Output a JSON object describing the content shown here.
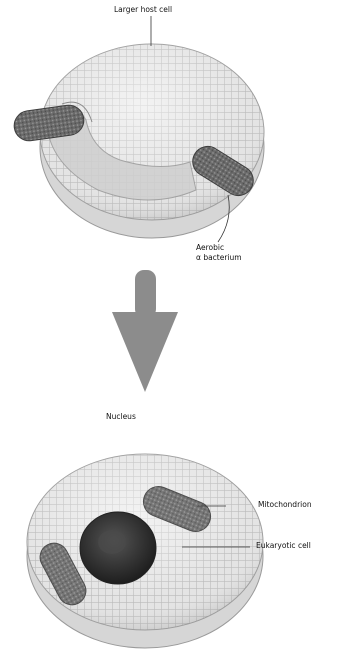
{
  "labels": {
    "larger_host_cell": "Larger host cell",
    "aerobic_bacterium_line1": "Aerobic",
    "aerobic_bacterium_line2": "α bacterium",
    "nucleus": "Nucleus",
    "mitochondrion": "Mitochondrion",
    "eukaryotic_cell": "Eukaryotic cell"
  },
  "colors": {
    "cell_fill": "#e6e6e6",
    "cell_shade": "#bdbdbd",
    "bacterium": "#6e6e6e",
    "arrow": "#8c8c8c",
    "nucleus": "#3a3a3a"
  }
}
